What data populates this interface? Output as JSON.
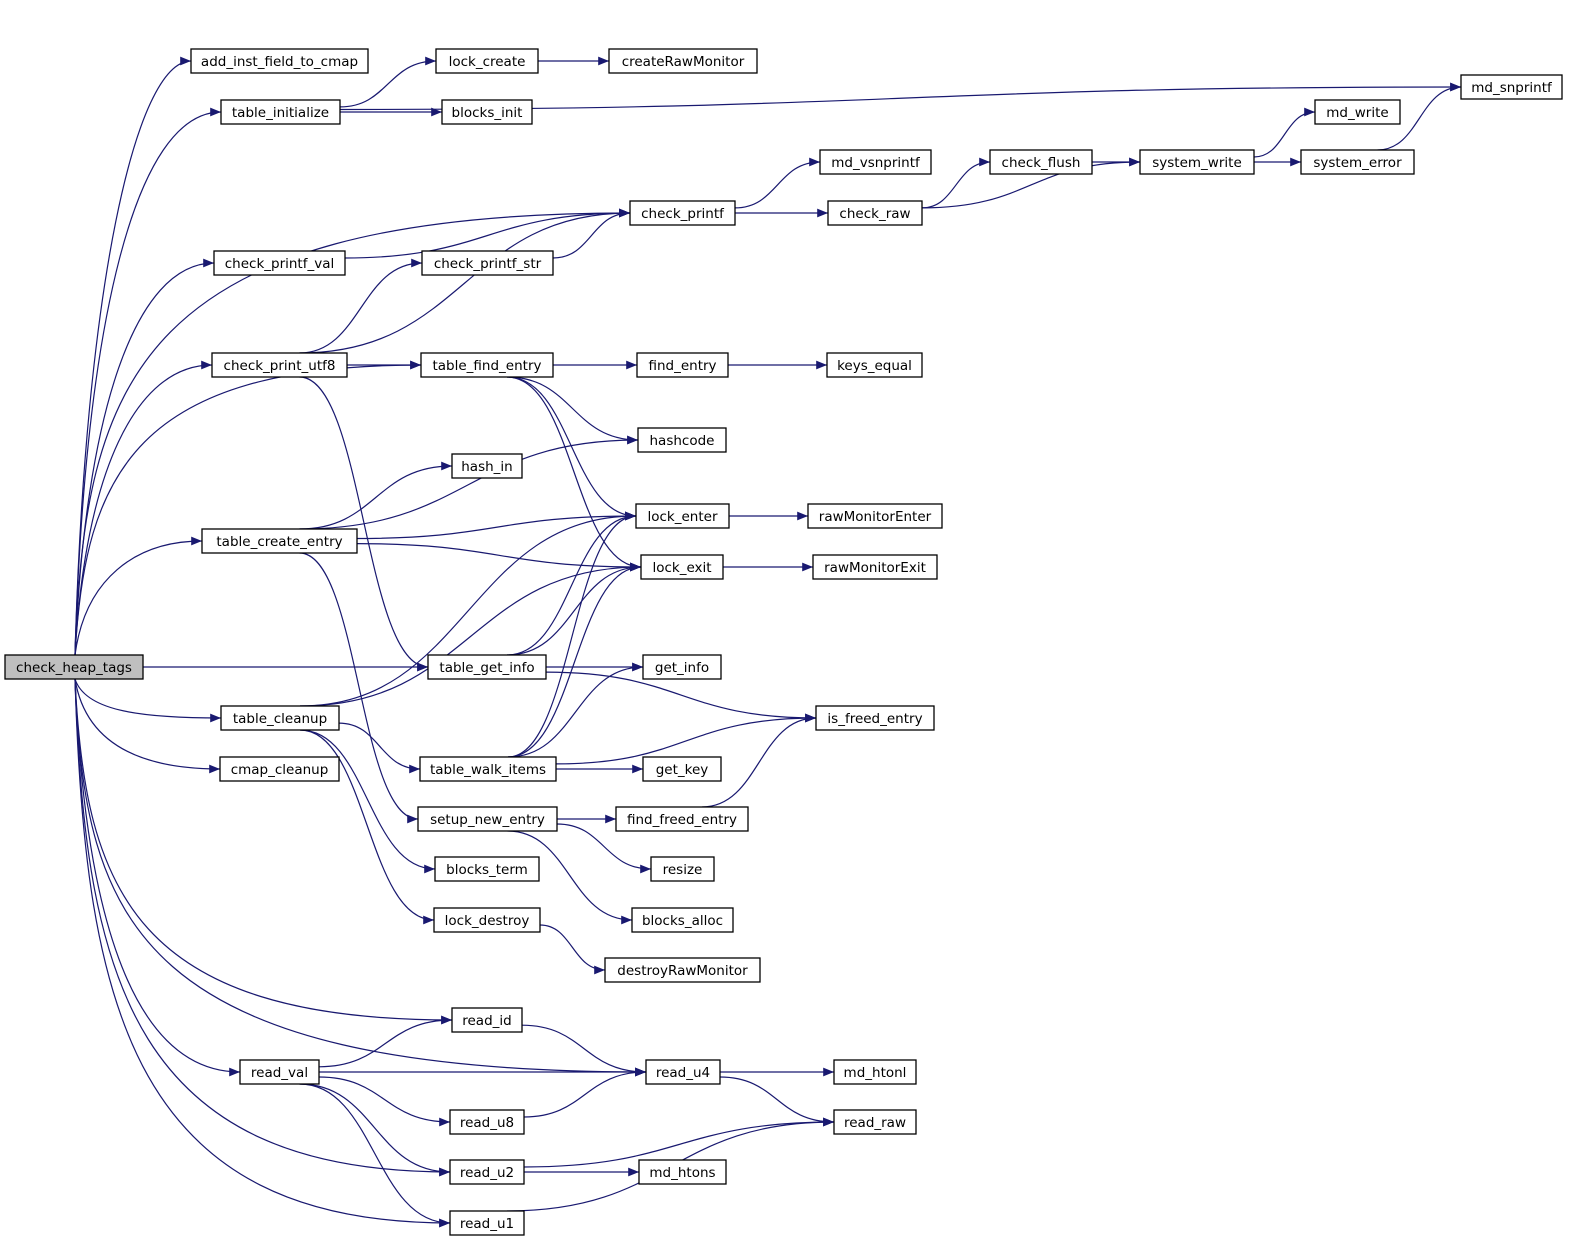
{
  "colors": {
    "edge": "#191970",
    "root_fill": "#bfbfbf",
    "node_fill": "#ffffff",
    "node_border": "#000000",
    "truncated_border": "#ff0000"
  },
  "root": "check_heap_tags",
  "nodes": [
    {
      "id": "check_heap_tags",
      "label": "check_heap_tags",
      "style": "root"
    },
    {
      "id": "add_inst_field_to_cmap",
      "label": "add_inst_field_to_cmap"
    },
    {
      "id": "table_initialize",
      "label": "table_initialize"
    },
    {
      "id": "lock_create",
      "label": "lock_create"
    },
    {
      "id": "createRawMonitor",
      "label": "createRawMonitor"
    },
    {
      "id": "blocks_init",
      "label": "blocks_init"
    },
    {
      "id": "md_snprintf",
      "label": "md_snprintf"
    },
    {
      "id": "md_vsnprintf",
      "label": "md_vsnprintf"
    },
    {
      "id": "check_flush",
      "label": "check_flush"
    },
    {
      "id": "system_write",
      "label": "system_write"
    },
    {
      "id": "system_error",
      "label": "system_error",
      "style": "truncated"
    },
    {
      "id": "md_write",
      "label": "md_write"
    },
    {
      "id": "check_printf",
      "label": "check_printf"
    },
    {
      "id": "check_raw",
      "label": "check_raw"
    },
    {
      "id": "check_printf_val",
      "label": "check_printf_val"
    },
    {
      "id": "check_printf_str",
      "label": "check_printf_str"
    },
    {
      "id": "check_print_utf8",
      "label": "check_print_utf8"
    },
    {
      "id": "table_find_entry",
      "label": "table_find_entry"
    },
    {
      "id": "find_entry",
      "label": "find_entry"
    },
    {
      "id": "keys_equal",
      "label": "keys_equal"
    },
    {
      "id": "hashcode",
      "label": "hashcode"
    },
    {
      "id": "hash_in",
      "label": "hash_in"
    },
    {
      "id": "table_create_entry",
      "label": "table_create_entry"
    },
    {
      "id": "lock_enter",
      "label": "lock_enter"
    },
    {
      "id": "rawMonitorEnter",
      "label": "rawMonitorEnter"
    },
    {
      "id": "lock_exit",
      "label": "lock_exit"
    },
    {
      "id": "rawMonitorExit",
      "label": "rawMonitorExit"
    },
    {
      "id": "table_get_info",
      "label": "table_get_info"
    },
    {
      "id": "get_info",
      "label": "get_info"
    },
    {
      "id": "is_freed_entry",
      "label": "is_freed_entry"
    },
    {
      "id": "table_cleanup",
      "label": "table_cleanup"
    },
    {
      "id": "cmap_cleanup",
      "label": "cmap_cleanup"
    },
    {
      "id": "table_walk_items",
      "label": "table_walk_items"
    },
    {
      "id": "get_key",
      "label": "get_key"
    },
    {
      "id": "setup_new_entry",
      "label": "setup_new_entry"
    },
    {
      "id": "find_freed_entry",
      "label": "find_freed_entry"
    },
    {
      "id": "resize",
      "label": "resize",
      "style": "truncated"
    },
    {
      "id": "blocks_term",
      "label": "blocks_term"
    },
    {
      "id": "blocks_alloc",
      "label": "blocks_alloc",
      "style": "truncated"
    },
    {
      "id": "lock_destroy",
      "label": "lock_destroy"
    },
    {
      "id": "destroyRawMonitor",
      "label": "destroyRawMonitor"
    },
    {
      "id": "read_id",
      "label": "read_id"
    },
    {
      "id": "read_u4",
      "label": "read_u4"
    },
    {
      "id": "md_htonl",
      "label": "md_htonl"
    },
    {
      "id": "read_val",
      "label": "read_val"
    },
    {
      "id": "read_u8",
      "label": "read_u8"
    },
    {
      "id": "read_raw",
      "label": "read_raw"
    },
    {
      "id": "read_u2",
      "label": "read_u2"
    },
    {
      "id": "md_htons",
      "label": "md_htons"
    },
    {
      "id": "read_u1",
      "label": "read_u1"
    }
  ],
  "edges": [
    [
      "check_heap_tags",
      "add_inst_field_to_cmap"
    ],
    [
      "check_heap_tags",
      "table_initialize"
    ],
    [
      "check_heap_tags",
      "check_printf"
    ],
    [
      "check_heap_tags",
      "check_printf_val"
    ],
    [
      "check_heap_tags",
      "check_print_utf8"
    ],
    [
      "check_heap_tags",
      "table_find_entry"
    ],
    [
      "check_heap_tags",
      "table_create_entry"
    ],
    [
      "check_heap_tags",
      "table_get_info"
    ],
    [
      "check_heap_tags",
      "table_cleanup"
    ],
    [
      "check_heap_tags",
      "cmap_cleanup"
    ],
    [
      "check_heap_tags",
      "read_u4"
    ],
    [
      "check_heap_tags",
      "read_id"
    ],
    [
      "check_heap_tags",
      "read_val"
    ],
    [
      "check_heap_tags",
      "read_u2"
    ],
    [
      "check_heap_tags",
      "read_u1"
    ],
    [
      "table_initialize",
      "lock_create"
    ],
    [
      "table_initialize",
      "blocks_init"
    ],
    [
      "table_initialize",
      "md_snprintf"
    ],
    [
      "lock_create",
      "createRawMonitor"
    ],
    [
      "check_printf",
      "md_vsnprintf"
    ],
    [
      "check_printf",
      "check_raw"
    ],
    [
      "check_raw",
      "check_flush"
    ],
    [
      "check_raw",
      "system_write"
    ],
    [
      "check_flush",
      "system_write"
    ],
    [
      "system_write",
      "md_write"
    ],
    [
      "system_write",
      "system_error"
    ],
    [
      "system_error",
      "md_snprintf"
    ],
    [
      "check_printf_val",
      "check_printf"
    ],
    [
      "check_printf_str",
      "check_printf"
    ],
    [
      "check_print_utf8",
      "check_printf_str"
    ],
    [
      "check_print_utf8",
      "check_printf"
    ],
    [
      "check_print_utf8",
      "table_find_entry"
    ],
    [
      "check_print_utf8",
      "table_get_info"
    ],
    [
      "table_find_entry",
      "find_entry"
    ],
    [
      "table_find_entry",
      "hashcode"
    ],
    [
      "table_find_entry",
      "lock_enter"
    ],
    [
      "table_find_entry",
      "lock_exit"
    ],
    [
      "find_entry",
      "keys_equal"
    ],
    [
      "table_create_entry",
      "hash_in"
    ],
    [
      "table_create_entry",
      "hashcode"
    ],
    [
      "table_create_entry",
      "lock_enter"
    ],
    [
      "table_create_entry",
      "lock_exit"
    ],
    [
      "table_create_entry",
      "setup_new_entry"
    ],
    [
      "lock_enter",
      "rawMonitorEnter"
    ],
    [
      "lock_exit",
      "rawMonitorExit"
    ],
    [
      "table_get_info",
      "lock_enter"
    ],
    [
      "table_get_info",
      "lock_exit"
    ],
    [
      "table_get_info",
      "get_info"
    ],
    [
      "table_get_info",
      "is_freed_entry"
    ],
    [
      "table_cleanup",
      "lock_enter"
    ],
    [
      "table_cleanup",
      "lock_exit"
    ],
    [
      "table_cleanup",
      "table_walk_items"
    ],
    [
      "table_cleanup",
      "blocks_term"
    ],
    [
      "table_cleanup",
      "lock_destroy"
    ],
    [
      "table_walk_items",
      "lock_enter"
    ],
    [
      "table_walk_items",
      "lock_exit"
    ],
    [
      "table_walk_items",
      "get_info"
    ],
    [
      "table_walk_items",
      "is_freed_entry"
    ],
    [
      "table_walk_items",
      "get_key"
    ],
    [
      "setup_new_entry",
      "find_freed_entry"
    ],
    [
      "setup_new_entry",
      "resize"
    ],
    [
      "setup_new_entry",
      "blocks_alloc"
    ],
    [
      "find_freed_entry",
      "is_freed_entry"
    ],
    [
      "lock_destroy",
      "destroyRawMonitor"
    ],
    [
      "read_id",
      "read_u4"
    ],
    [
      "read_val",
      "read_id"
    ],
    [
      "read_val",
      "read_u4"
    ],
    [
      "read_val",
      "read_u8"
    ],
    [
      "read_val",
      "read_u2"
    ],
    [
      "read_val",
      "read_u1"
    ],
    [
      "read_u8",
      "read_u4"
    ],
    [
      "read_u4",
      "md_htonl"
    ],
    [
      "read_u4",
      "read_raw"
    ],
    [
      "read_u2",
      "read_raw"
    ],
    [
      "read_u2",
      "md_htons"
    ],
    [
      "read_u1",
      "read_raw"
    ]
  ]
}
